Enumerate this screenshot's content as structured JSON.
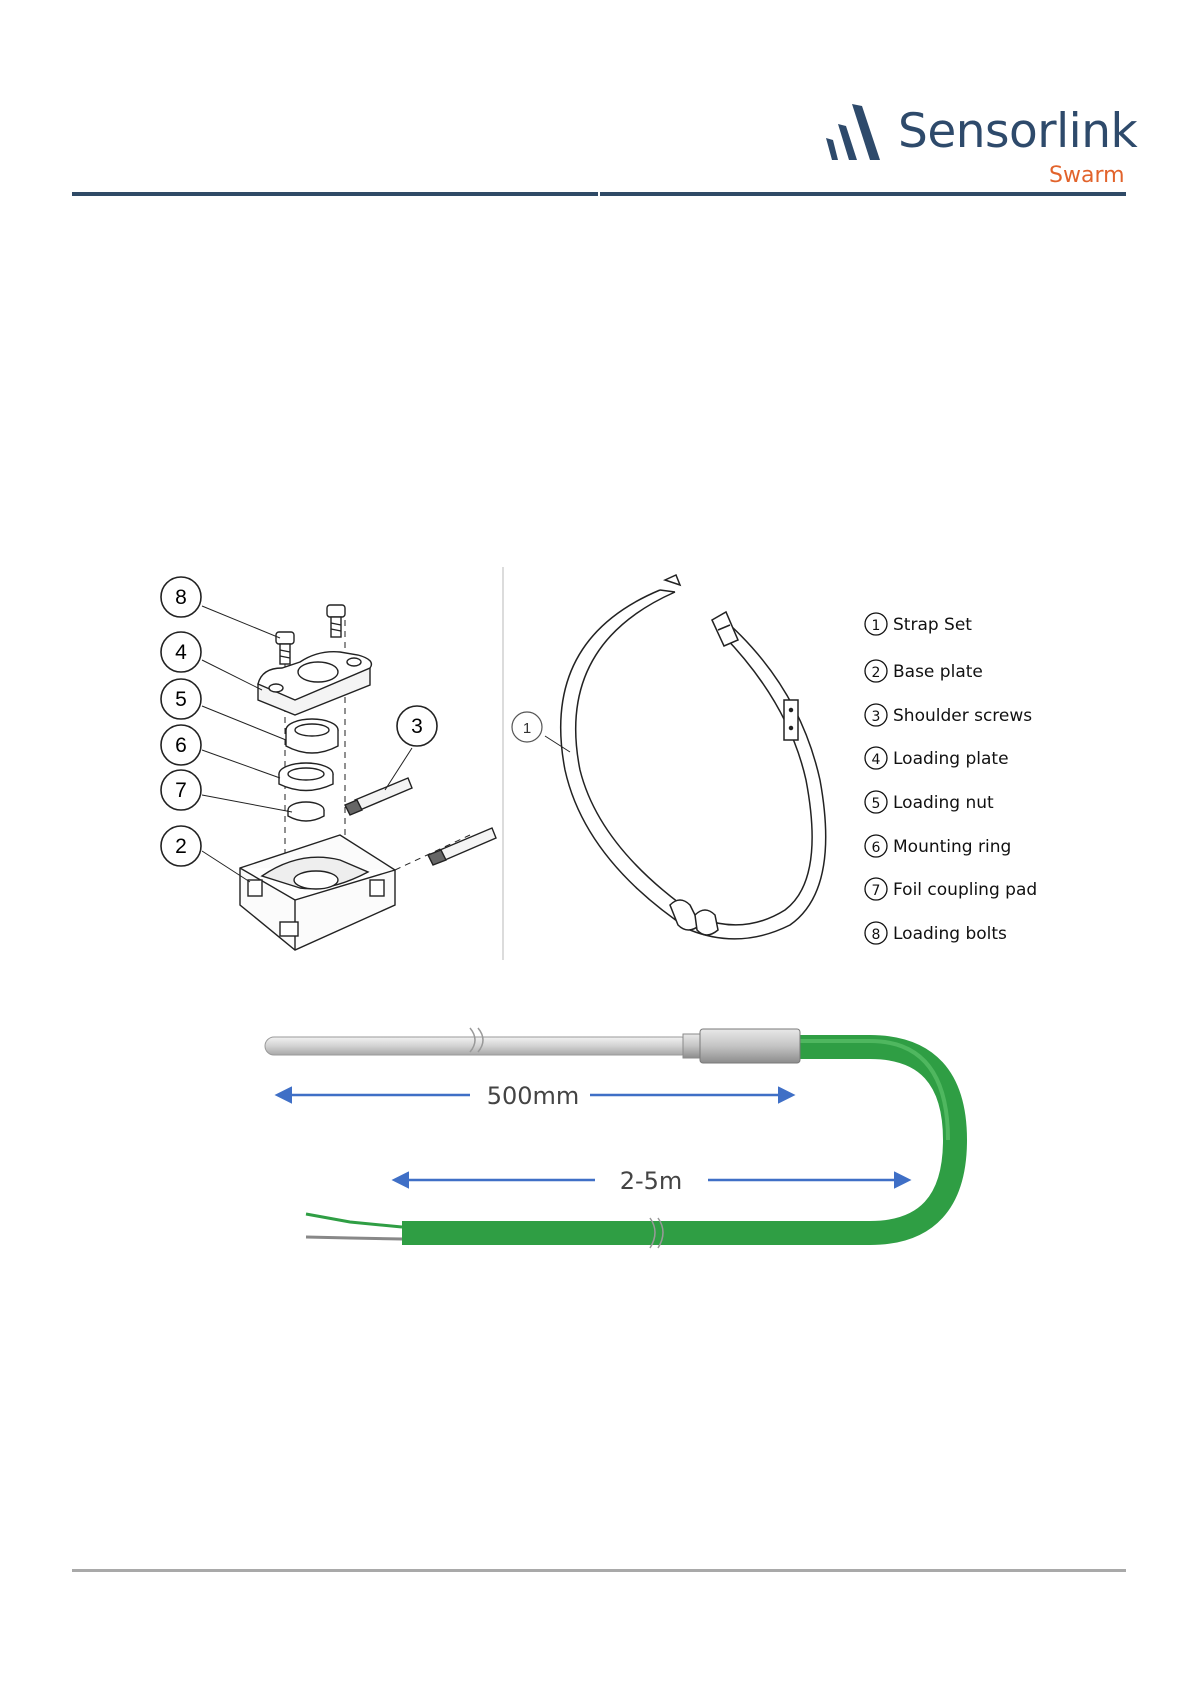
{
  "brand": {
    "name": "Sensorlink",
    "sub": "Swarm",
    "accent": "#e2632b",
    "primary": "#2e4a6b"
  },
  "figure1": {
    "callouts": [
      "8",
      "4",
      "5",
      "6",
      "7",
      "2",
      "3"
    ],
    "strap_callout": "1",
    "legend": [
      {
        "num": "1",
        "label": "Strap Set"
      },
      {
        "num": "2",
        "label": "Base plate"
      },
      {
        "num": "3",
        "label": "Shoulder screws"
      },
      {
        "num": "4",
        "label": "Loading plate"
      },
      {
        "num": "5",
        "label": "Loading nut"
      },
      {
        "num": "6",
        "label": "Mounting ring"
      },
      {
        "num": "7",
        "label": "Foil coupling pad"
      },
      {
        "num": "8",
        "label": "Loading bolts"
      }
    ]
  },
  "figure2": {
    "probe_length": "500mm",
    "cable_length": "2-5m",
    "cable_color": "#2f9e44",
    "arrow_color": "#3f6fc6"
  }
}
